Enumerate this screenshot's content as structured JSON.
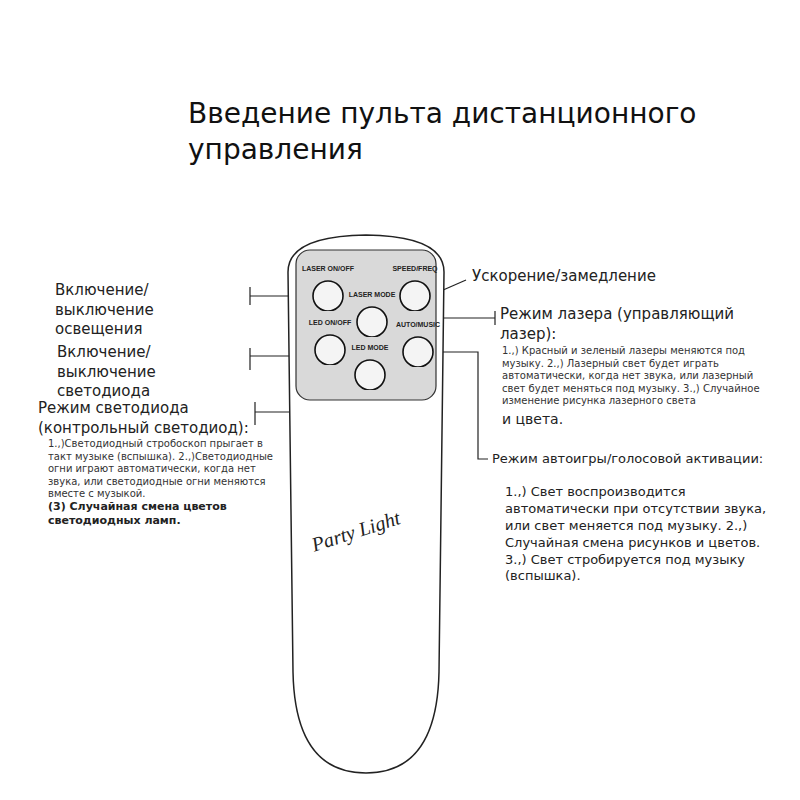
{
  "diagram": {
    "title": "Введение пульта дистанционного управления",
    "nodes": [
      {
        "text": [
          "Party Light"
        ]
      },
      {
        "text": [
          "LASER ON/OFF"
        ],
        "in": 0
      },
      {
        "text": [
          "SPEED/FREQ"
        ],
        "in": 0
      },
      {
        "text": [
          "LASER MODE"
        ],
        "in": 0
      },
      {
        "text": [
          "LED ON/OFF"
        ],
        "in": 0
      },
      {
        "text": [
          "AUTO/MUSIC"
        ],
        "in": 0
      },
      {
        "text": [
          "LED MODE"
        ],
        "in": 0
      }
    ],
    "labels": [
      "Включение/выключение освещения",
      "Ускорение/замедление",
      "Режим лазера (управляющий лазер):",
      "1.,) Красный и зеленый лазеры меняются под музыку. 2.,) Лазерный свет будет играть автоматически, когда нет звука, или лазерный свет будет меняться под музыку. 3.,) Случайное изменение рисунка лазерного света",
      "и цвета.",
      "Включение/выключение светодиода",
      "Режим светодиода (контрольный светодиод):",
      "1.,)Светодиодный стробоскоп прыгает в такт музыке (вспышка). 2.,)Светодиодные огни играют автоматически, когда нет звука, или светодиодные огни меняются вместе с музыкой.",
      "(3) Случайная смена цветов светодиодных ламп.",
      "Режим автоигры/голосовой активации:",
      "1.,) Свет воспроизводится автоматически при отсутствии звука, или свет меняется под музыку. 2.,) Случайная смена рисунков и цветов. 3.,) Свет стробируется под музыку (вспышка)."
    ]
  }
}
